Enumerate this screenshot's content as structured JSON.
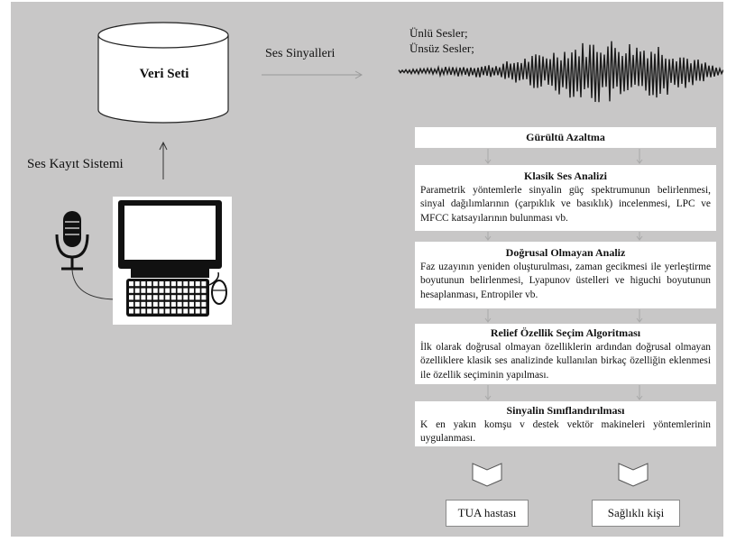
{
  "left_panel": {
    "database_label": "Veri Seti",
    "signal_label": "Ses Sinyalleri",
    "recording_label": "Ses Kayıt Sistemi"
  },
  "waveform": {
    "line1": "Ünlü  Sesler;",
    "line2": "Ünsüz  Sesler;"
  },
  "pipeline": [
    {
      "title": "Gürültü  Azaltma",
      "text": ""
    },
    {
      "title": "Klasik Ses Analizi",
      "text": "Parametrik yöntemlerle sinyalin güç spektrumunun belirlenmesi, sinyal dağılımlarının (çarpıklık ve basıklık) incelenmesi, LPC ve MFCC katsayılarının bulunması vb."
    },
    {
      "title": "Doğrusal Olmayan  Analiz",
      "text": "Faz uzayının yeniden oluşturulması, zaman gecikmesi ile yerleştirme boyutunun belirlenmesi, Lyapunov üstelleri ve higuchi boyutunun hesaplanması, Entropiler vb."
    },
    {
      "title": "Relief Özellik Seçim Algoritması",
      "text": "İlk olarak doğrusal olmayan özelliklerin ardından doğrusal olmayan özelliklere klasik ses analizinde kullanılan birkaç özelliğin eklenmesi ile özellik seçiminin yapılması."
    },
    {
      "title": "Sinyalin Sınıflandırılması",
      "text": "K en yakın komşu v destek vektör makineleri yöntemlerinin uygulanması."
    }
  ],
  "outputs": {
    "left": "TUA hastası",
    "right": "Sağlıklı  kişi"
  },
  "colors": {
    "background": "#c8c7c7",
    "box": "#ffffff",
    "arrow": "#a9a9a9",
    "ink": "#111111"
  }
}
